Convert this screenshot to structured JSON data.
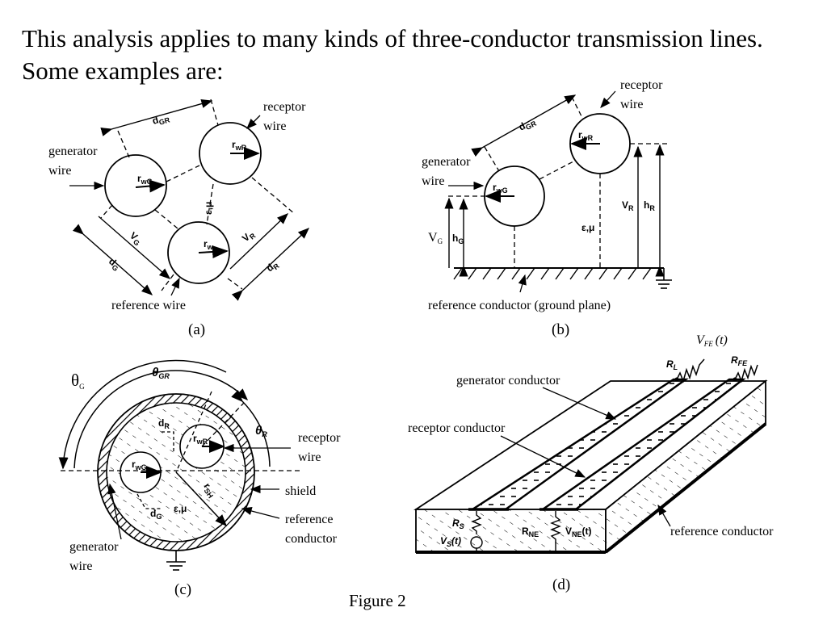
{
  "heading": "This analysis applies to many kinds of three-conductor transmission lines. Some examples are:",
  "panel_a": {
    "caption": "(a)",
    "label_receptor_1": "receptor",
    "label_receptor_2": "wire",
    "label_generator_1": "generator",
    "label_generator_2": "wire",
    "label_reference": "reference wire",
    "sym_dGR": "d",
    "sym_dGR_sub": "GR",
    "sym_rwR": "r",
    "sym_rwR_sub": "wR",
    "sym_rwG": "r",
    "sym_rwG_sub": "wG",
    "sym_rw": "r",
    "sym_rw_sub": "w",
    "sym_eps_mu": "ε,μ",
    "sym_VG": "V",
    "sym_VG_sub": "G",
    "sym_dG": "d",
    "sym_dG_sub": "G",
    "sym_VR": "V",
    "sym_VR_sub": "R",
    "sym_dR": "d",
    "sym_dR_sub": "R"
  },
  "panel_b": {
    "caption": "(b)",
    "label_receptor_1": "receptor",
    "label_receptor_2": "wire",
    "label_generator_1": "generator",
    "label_generator_2": "wire",
    "label_reference": "reference conductor (ground plane)",
    "sym_dGR": "d",
    "sym_dGR_sub": "GR",
    "sym_rwR": "r",
    "sym_rwR_sub": "wR",
    "sym_rwG": "r",
    "sym_rwG_sub": "wG",
    "sym_eps_mu": "ε,μ",
    "sym_VR": "V",
    "sym_VR_sub": "R",
    "sym_hR": "h",
    "sym_hR_sub": "R",
    "sym_VG": "V",
    "sym_VG_sub": "G",
    "sym_hG": "h",
    "sym_hG_sub": "G"
  },
  "panel_c": {
    "caption": "(c)",
    "sym_thetaG": "θ",
    "sym_thetaG_sub": "G",
    "sym_thetaGR": "θ",
    "sym_thetaGR_sub": "GR",
    "sym_thetaR": "θ",
    "sym_thetaR_sub": "R",
    "sym_dR": "d",
    "sym_dR_sub": "R",
    "sym_rwR": "r",
    "sym_rwR_sub": "wR",
    "sym_rwG": "r",
    "sym_rwG_sub": "wG",
    "sym_rSH": "r",
    "sym_rSH_sub": "SH",
    "sym_dG": "d",
    "sym_dG_sub": "G",
    "sym_eps_mu": "ε,μ",
    "label_receptor_1": "receptor",
    "label_receptor_2": "wire",
    "label_shield": "shield",
    "label_reference_1": "reference",
    "label_reference_2": "conductor",
    "label_generator_1": "generator",
    "label_generator_2": "wire"
  },
  "panel_d": {
    "caption": "(d)",
    "sym_VFE": "V",
    "sym_VFE_sub": "FE",
    "sym_VFE_arg": "(t)",
    "sym_RL": "R",
    "sym_RL_sub": "L",
    "sym_RFE": "R",
    "sym_RFE_sub": "FE",
    "label_generator": "generator conductor",
    "label_receptor": "receptor conductor",
    "label_reference": "reference conductor",
    "sym_RS": "R",
    "sym_RS_sub": "S",
    "sym_VS": "V",
    "sym_VS_sub": "S",
    "sym_VS_arg": "(t)",
    "sym_RNE": "R",
    "sym_RNE_sub": "NE",
    "sym_VNE": "V",
    "sym_VNE_sub": "NE",
    "sym_VNE_arg": "(t)"
  },
  "figure_label": "Figure 2"
}
